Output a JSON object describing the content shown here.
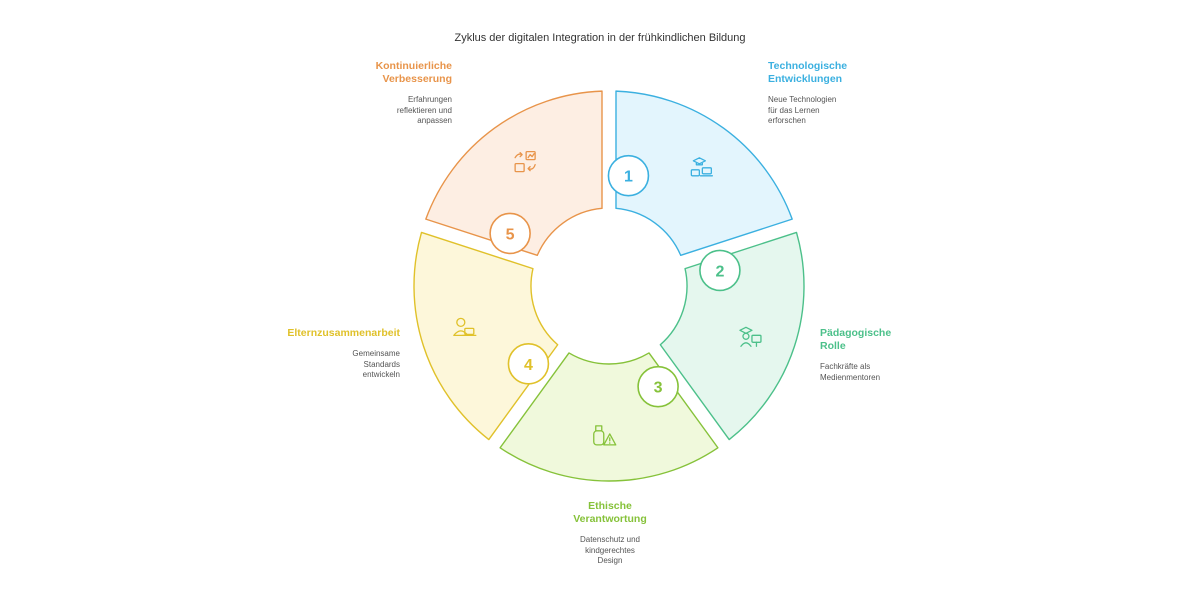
{
  "title": "Zyklus der digitalen Integration in der frühkindlichen Bildung",
  "segments": [
    {
      "number": "1",
      "heading": "Technologische\nEntwicklungen",
      "description": "Neue Technologien\nfür das Lernen\nerforschen",
      "color": "#3bb0e0",
      "fill": "#e3f5fd",
      "icon": "graduation-cap-laptop-icon"
    },
    {
      "number": "2",
      "heading": "Pädagogische\nRolle",
      "description": "Fachkräfte als\nMedienmentoren",
      "color": "#4cc08a",
      "fill": "#e5f7ee",
      "icon": "teacher-computer-icon"
    },
    {
      "number": "3",
      "heading": "Ethische\nVerantwortung",
      "description": "Datenschutz und\nkindgerechtes\nDesign",
      "color": "#86c23a",
      "fill": "#f0f9dc",
      "icon": "usb-warning-icon"
    },
    {
      "number": "4",
      "heading": "Elternzusammenarbeit",
      "description": "Gemeinsame\nStandards\nentwickeln",
      "color": "#e0c12a",
      "fill": "#fdf7da",
      "icon": "parent-laptop-icon"
    },
    {
      "number": "5",
      "heading": "Kontinuierliche\nVerbesserung",
      "description": "Erfahrungen\nreflektieren und\nanpassen",
      "color": "#e8944a",
      "fill": "#fdeee3",
      "icon": "feedback-cycle-icon"
    }
  ]
}
